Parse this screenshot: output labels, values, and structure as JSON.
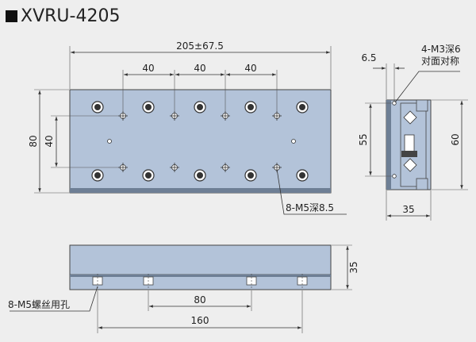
{
  "title": "XVRU-4205",
  "top_view": {
    "overall_length": "205±67.5",
    "hole_pitch_1": "40",
    "hole_pitch_2": "40",
    "hole_pitch_3": "40",
    "width": "80",
    "hole_row_spacing": "40",
    "thread_callout": "8-M5深8.5"
  },
  "side_view": {
    "offset": "6.5",
    "thread_callout_line1": "4-M3深6",
    "thread_callout_line2": "对面对称",
    "hole_spacing": "55",
    "height": "60",
    "width": "35"
  },
  "front_view": {
    "height": "35",
    "hole_pitch": "80",
    "span": "160",
    "thread_callout": "8-M5螺丝用孔"
  },
  "colors": {
    "plate": "#b3c3d9",
    "edge": "#6e7f95",
    "background": "#eeeeee"
  }
}
